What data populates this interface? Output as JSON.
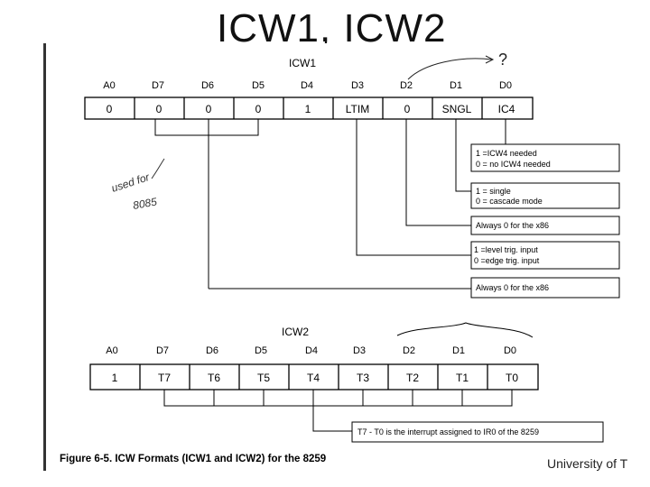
{
  "slide": {
    "title": "ICW1, ICW2",
    "footer": "University of T"
  },
  "icw1": {
    "name": "ICW1",
    "headers": [
      "A0",
      "D7",
      "D6",
      "D5",
      "D4",
      "D3",
      "D2",
      "D1",
      "D0"
    ],
    "cells": [
      "0",
      "0",
      "0",
      "0",
      "1",
      "LTIM",
      "0",
      "SNGL",
      "IC4"
    ],
    "desc_ic4": [
      "1 =ICW4 needed",
      "0 = no ICW4 needed"
    ],
    "desc_sngl": [
      "1 = single",
      "0 = cascade mode"
    ],
    "desc_d2": "Always 0 for the x86",
    "desc_ltim": [
      "1 =level trig. input",
      "0 =edge trig. input"
    ],
    "desc_d7_d5": "Always 0 for the x86"
  },
  "icw2": {
    "name": "ICW2",
    "headers": [
      "A0",
      "D7",
      "D6",
      "D5",
      "D4",
      "D3",
      "D2",
      "D1",
      "D0"
    ],
    "cells": [
      "1",
      "T7",
      "T6",
      "T5",
      "T4",
      "T3",
      "T2",
      "T1",
      "T0"
    ],
    "desc": "T7 - T0 is the interrupt assigned to IR0 of the 8259"
  },
  "annotations": {
    "question_mark": "?",
    "handwritten_note": [
      "used for",
      "8085"
    ]
  },
  "caption": "Figure 6-5. ICW Formats (ICW1 and ICW2) for the 8259"
}
